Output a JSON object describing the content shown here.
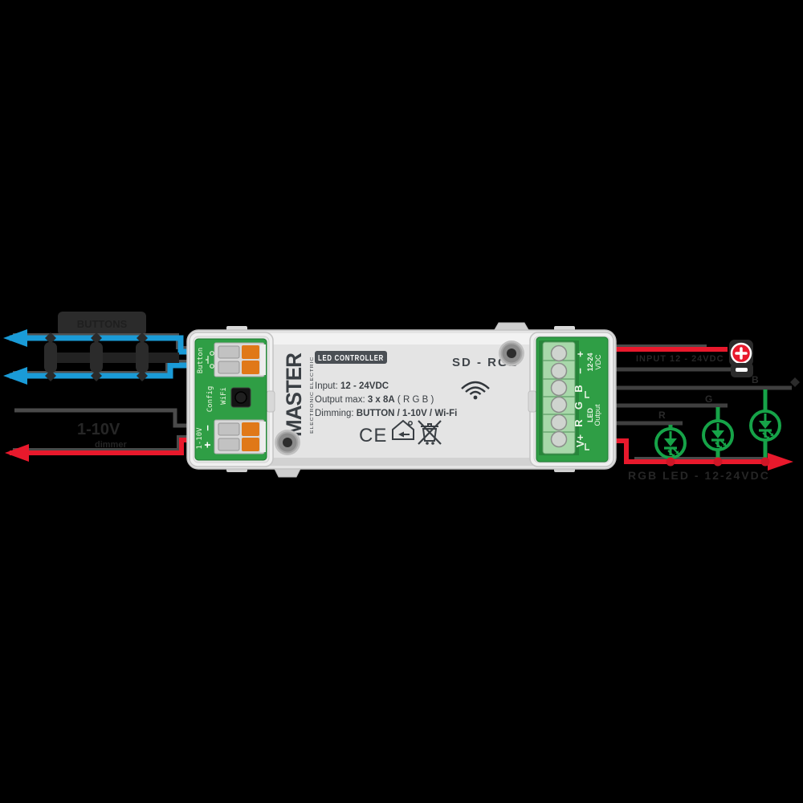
{
  "device": {
    "brand": "MASTER",
    "brand_sub": "ELECTRONIC  ELECTRIC",
    "badge": "LED CONTROLLER",
    "model": "SD - RGB",
    "specs": {
      "input_label": "Input: ",
      "input_value": "12 - 24VDC",
      "output_label": "Output max: ",
      "output_value": "3 x 8A",
      "output_suffix": " ( R G B )",
      "dimming_label": "Dimming: ",
      "dimming_value": "BUTTON / 1-10V / Wi-Fi"
    },
    "ce_mark": "CE",
    "left_board": {
      "button_label": "Button",
      "wifi_label": "WiFi",
      "config_label": "Config",
      "range_label": "1-10V",
      "minus": "−",
      "plus": "+"
    },
    "right_board": {
      "terminals": [
        "+",
        "−",
        "B",
        "G",
        "R",
        "V+"
      ],
      "power_label": "12-24",
      "power_unit": "VDC",
      "output_label": "LED",
      "output_sub": "Output"
    }
  },
  "wiring": {
    "left": {
      "buttons_box_label": "BUTTONS",
      "dimmer_label": "1-10V",
      "dimmer_sub": "dimmer"
    },
    "right": {
      "plus": "+",
      "minus": "−",
      "power_note": "INPUT 12 - 24VDC",
      "led_labels": [
        "R",
        "G",
        "B"
      ],
      "strip_note": "RGB LED - 12-24VDC"
    }
  },
  "colors": {
    "background": "#000000",
    "wire_blue": "#1a9bd7",
    "wire_red": "#e8192c",
    "wire_dark": "#3f3f3f",
    "wire_shadow": "#4f4f4f",
    "pcb_green": "#2f9e45",
    "led_green": "#16a348",
    "device_print": "#3a3f44"
  }
}
